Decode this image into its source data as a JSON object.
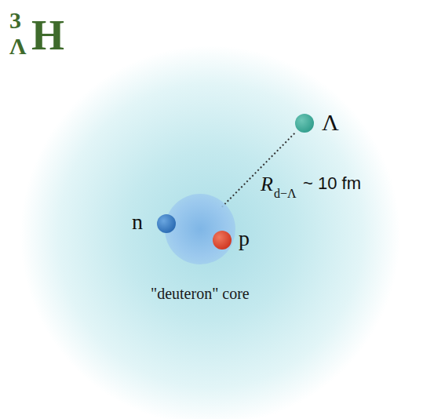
{
  "diagram": {
    "nodes": [
      {
        "text": [
          "\"deuteron\" core"
        ]
      },
      {
        "text": [
          "n"
        ],
        "in": 0
      },
      {
        "text": [
          "p"
        ],
        "in": 0
      },
      {
        "text": [
          "Λ"
        ]
      }
    ],
    "edges": [
      {
        "from": 0,
        "to": 3,
        "arrow": "none"
      }
    ],
    "labels": [
      "3",
      "Λ",
      "H",
      "R",
      "d−Λ",
      "~ 10 fm"
    ]
  }
}
